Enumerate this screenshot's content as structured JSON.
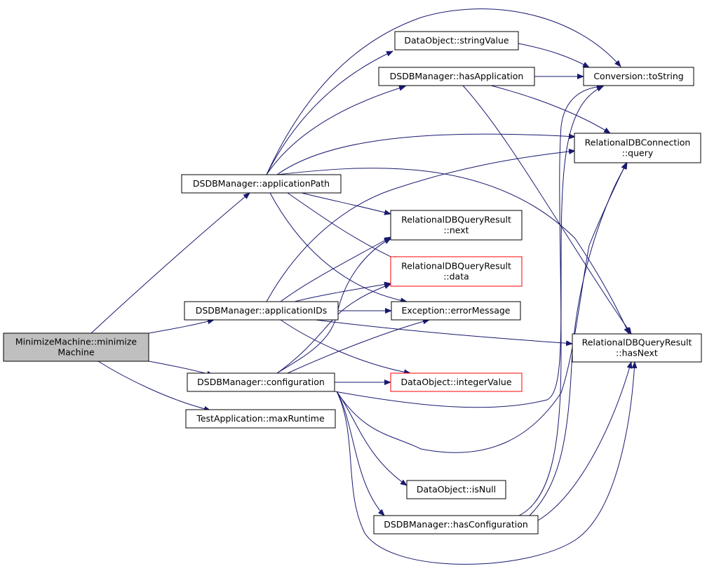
{
  "colors": {
    "edge": "#191970",
    "highlight_border": "#ff0000",
    "root_fill": "#bfbfbf"
  },
  "nodes": [
    {
      "id": "minimize",
      "lines": [
        "MinimizeMachine::minimize",
        "Machine"
      ],
      "style": "root"
    },
    {
      "id": "appPath",
      "lines": [
        "DSDBManager::applicationPath"
      ],
      "style": "normal"
    },
    {
      "id": "appIDs",
      "lines": [
        "DSDBManager::applicationIDs"
      ],
      "style": "normal"
    },
    {
      "id": "config",
      "lines": [
        "DSDBManager::configuration"
      ],
      "style": "normal"
    },
    {
      "id": "maxRuntime",
      "lines": [
        "TestApplication::maxRuntime"
      ],
      "style": "normal"
    },
    {
      "id": "stringValue",
      "lines": [
        "DataObject::stringValue"
      ],
      "style": "normal"
    },
    {
      "id": "hasApp",
      "lines": [
        "DSDBManager::hasApplication"
      ],
      "style": "normal"
    },
    {
      "id": "toString",
      "lines": [
        "Conversion::toString"
      ],
      "style": "normal"
    },
    {
      "id": "query",
      "lines": [
        "RelationalDBConnection",
        "::query"
      ],
      "style": "normal"
    },
    {
      "id": "next",
      "lines": [
        "RelationalDBQueryResult",
        "::next"
      ],
      "style": "normal"
    },
    {
      "id": "data",
      "lines": [
        "RelationalDBQueryResult",
        "::data"
      ],
      "style": "red"
    },
    {
      "id": "errorMessage",
      "lines": [
        "Exception::errorMessage"
      ],
      "style": "normal"
    },
    {
      "id": "hasNext",
      "lines": [
        "RelationalDBQueryResult",
        "::hasNext"
      ],
      "style": "normal"
    },
    {
      "id": "integerValue",
      "lines": [
        "DataObject::integerValue"
      ],
      "style": "red"
    },
    {
      "id": "isNull",
      "lines": [
        "DataObject::isNull"
      ],
      "style": "normal"
    },
    {
      "id": "hasConfig",
      "lines": [
        "DSDBManager::hasConfiguration"
      ],
      "style": "normal"
    }
  ],
  "edges": [
    [
      "minimize",
      "appPath"
    ],
    [
      "minimize",
      "appIDs"
    ],
    [
      "minimize",
      "config"
    ],
    [
      "minimize",
      "maxRuntime"
    ],
    [
      "appPath",
      "stringValue"
    ],
    [
      "appPath",
      "hasApp"
    ],
    [
      "appPath",
      "toString"
    ],
    [
      "appPath",
      "query"
    ],
    [
      "appPath",
      "next"
    ],
    [
      "appPath",
      "data"
    ],
    [
      "appPath",
      "errorMessage"
    ],
    [
      "appPath",
      "hasNext"
    ],
    [
      "stringValue",
      "toString"
    ],
    [
      "hasApp",
      "toString"
    ],
    [
      "hasApp",
      "query"
    ],
    [
      "hasApp",
      "hasNext"
    ],
    [
      "appIDs",
      "query"
    ],
    [
      "appIDs",
      "next"
    ],
    [
      "appIDs",
      "data"
    ],
    [
      "appIDs",
      "errorMessage"
    ],
    [
      "appIDs",
      "hasNext"
    ],
    [
      "appIDs",
      "integerValue"
    ],
    [
      "config",
      "next"
    ],
    [
      "config",
      "data"
    ],
    [
      "config",
      "errorMessage"
    ],
    [
      "config",
      "integerValue"
    ],
    [
      "config",
      "toString"
    ],
    [
      "config",
      "query"
    ],
    [
      "config",
      "isNull"
    ],
    [
      "config",
      "hasConfig"
    ],
    [
      "config",
      "hasNext"
    ],
    [
      "hasConfig",
      "toString"
    ],
    [
      "hasConfig",
      "query"
    ],
    [
      "hasConfig",
      "hasNext"
    ]
  ]
}
